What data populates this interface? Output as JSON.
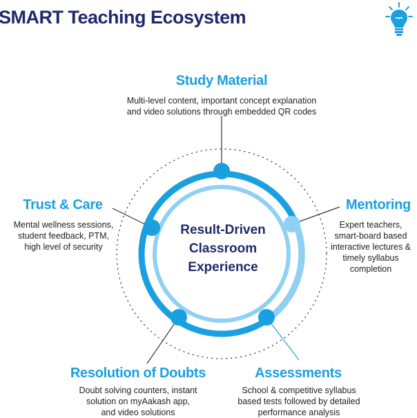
{
  "title": "SMART Teaching Ecosystem",
  "center": {
    "line1": "Result-Driven",
    "line2": "Classroom",
    "line3": "Experience"
  },
  "sections": {
    "study_material": {
      "heading": "Study Material",
      "line1": "Multi-level content, important concept explanation",
      "line2": "and video solutions through embedded QR codes"
    },
    "mentoring": {
      "heading": "Mentoring",
      "line1": "Expert teachers,",
      "line2": "smart-board based",
      "line3": "interactive lectures &",
      "line4": "timely syllabus",
      "line5": "completion"
    },
    "trust_care": {
      "heading": "Trust & Care",
      "line1": "Mental wellness sessions,",
      "line2": "student feedback, PTM,",
      "line3": "high level of security"
    },
    "resolution_doubts": {
      "heading": "Resolution of Doubts",
      "line1": "Doubt solving counters, instant",
      "line2": "solution on myAakash app,",
      "line3": "and video solutions"
    },
    "assessments": {
      "heading": "Assessments",
      "line1": "School & competitive syllabus",
      "line2": "based tests followed by detailed",
      "line3": "performance analysis"
    }
  },
  "colors": {
    "title": "#1e2a6b",
    "heading": "#1aa0e0",
    "ring_dark": "#1aa0e0",
    "ring_light": "#8fd0f3",
    "center_text": "#1e2a6b"
  },
  "icon": "lightbulb-icon"
}
